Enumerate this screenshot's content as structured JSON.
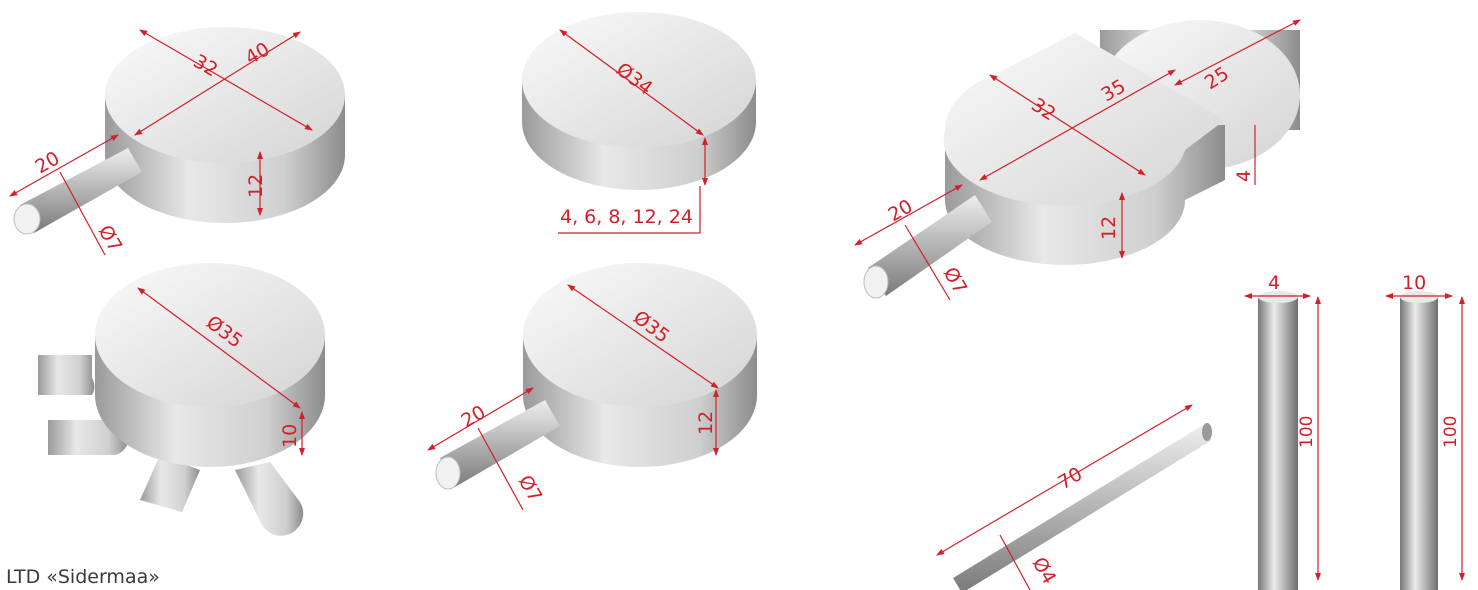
{
  "company": "LTD «Sidermaa»",
  "colors": {
    "dimension_line": "#d21f2a",
    "part_top_light": "#f4f4f4",
    "part_top_dark": "#d6d6d6",
    "part_side_light": "#e3e3e3",
    "part_side_dark": "#8a8a8a"
  },
  "parts": {
    "disc_with_pin": {
      "d1": "32",
      "d2": "40",
      "pin_length": "20",
      "pin_dia": "Ø7",
      "height": "12"
    },
    "disc_plain": {
      "dia": "Ø34",
      "heights": "4, 6, 8, 12, 24"
    },
    "oval_with_pin": {
      "d1": "32",
      "d2": "35",
      "d3": "25",
      "pin_length": "20",
      "pin_dia": "Ø7",
      "height": "12",
      "step": "4"
    },
    "disc_with_lugs": {
      "dia": "Ø35",
      "height": "10"
    },
    "disc_35_with_pin": {
      "dia": "Ø35",
      "pin_length": "20",
      "pin_dia": "Ø7",
      "height": "12"
    },
    "rod_angled": {
      "length": "70",
      "dia": "Ø4"
    },
    "rod_thin": {
      "dia": "4",
      "length": "100"
    },
    "rod_thick": {
      "dia": "10",
      "length": "100"
    }
  }
}
